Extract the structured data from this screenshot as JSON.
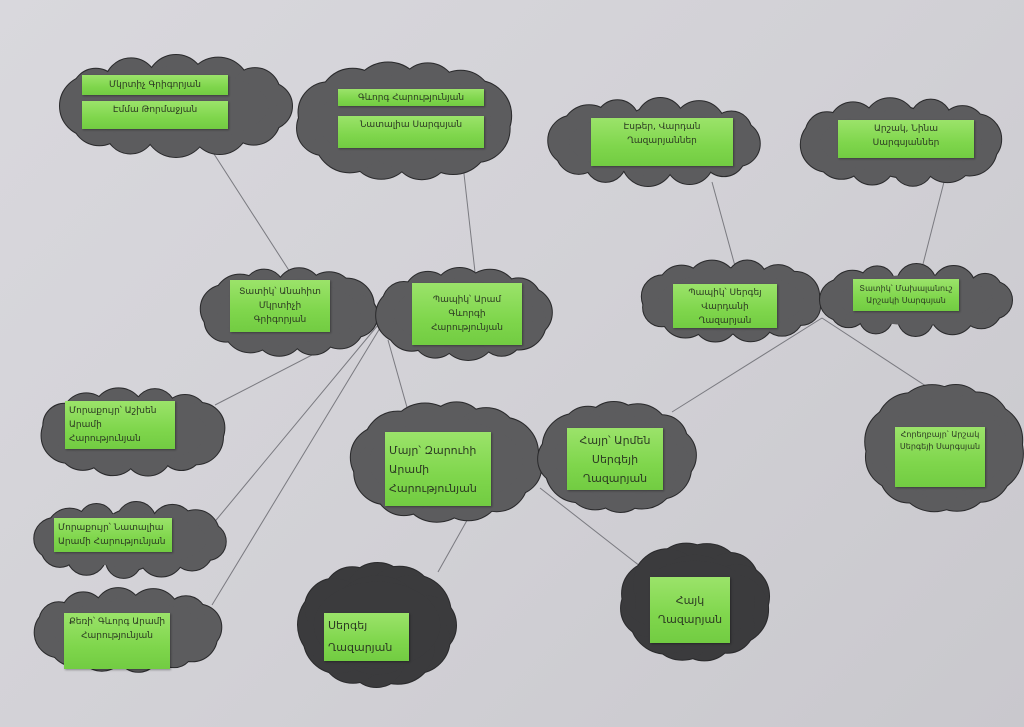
{
  "colors": {
    "cloud": "#5c5c5e",
    "cloud_dark": "#3b3b3d",
    "label": "#86d955",
    "line": "#7a7a80",
    "background": "#d3d2d7"
  },
  "nodes": {
    "great_grandparents_grigoryan": {
      "names": [
        "Մկրտիչ Գրիգորյան",
        "Էմմա Թորմաջյան"
      ]
    },
    "great_grandparents_harutyunyan": {
      "names": [
        "Գևորգ Հարությունյան",
        "Նատալիա Սարգսյան"
      ]
    },
    "great_grandparents_ghazaryan": {
      "names": [
        "Էսթեր, Վարդան\nՂազարյաններ"
      ]
    },
    "great_grandparents_sargsyan": {
      "names": [
        "Արշակ, Նինա Սարգսյաններ"
      ]
    },
    "grandmother_anahit": {
      "text": "Տատիկ՝ Անահիտ\nՄկրտիչի\nԳրիգորյան"
    },
    "grandfather_aram": {
      "text": "Պապիկ՝ Արամ\nԳևորգի\nՀարությունյան"
    },
    "grandfather_sergey": {
      "text": "Պապիկ՝ Սերգեյ\nՎարդանի Ղազարյան"
    },
    "grandmother_makhalanush": {
      "text": "Տատիկ՝ Մախալանուշ\nԱրշակի Սարգսյան"
    },
    "aunt_ashkhen": {
      "text": "Մորաքույր՝ Աշխեն\nԱրամի\nՀարությունյան"
    },
    "aunt_natalia": {
      "text": "Մորաքույր՝ Նատալիա\nԱրամի Հարությունյան"
    },
    "uncle_gevorg": {
      "text": "Քեռի՝ Գևորգ Արամի\nՀարությունյան"
    },
    "mother_zaruhi": {
      "text": "Մայր՝ Զարուհի\nԱրամի\nՀարությունյան"
    },
    "father_armen": {
      "text": "Հայր՝ Արմեն\nՍերգեյի\nՂազարյան"
    },
    "uncle_arshak": {
      "text": "Հորեղբայր՝ Արշակ\nՍերգեյի Սարգսյան"
    },
    "child_sergey": {
      "text": "Սերգեյ\nՂազարյան"
    },
    "child_hayk": {
      "text": "Հայկ\nՂազարյան"
    }
  }
}
